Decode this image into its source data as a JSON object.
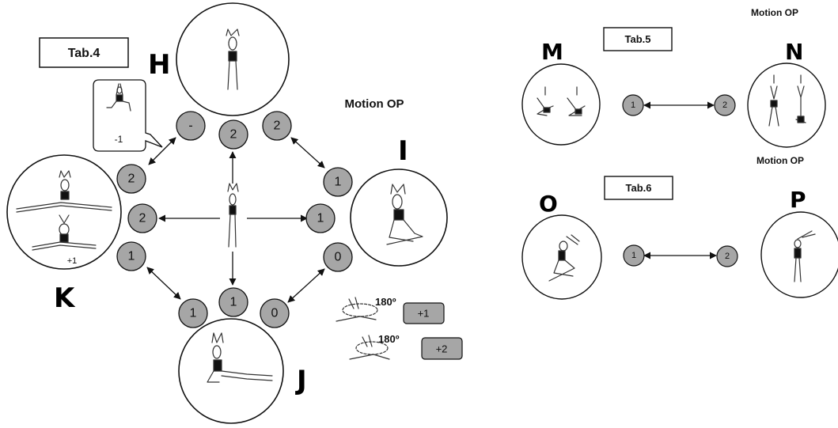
{
  "tables": {
    "tab4": "Tab.4",
    "tab5": "Tab.5",
    "tab6": "Tab.6"
  },
  "headings": {
    "motion_main": "Motion OP",
    "motion_top_right": "Motion OP",
    "motion_mid_right": "Motion OP"
  },
  "positions": {
    "H": "H",
    "I": "I",
    "J": "J",
    "K": "K",
    "M": "M",
    "N": "N",
    "O": "O",
    "P": "P"
  },
  "tab4_nodes": {
    "h_left": "-",
    "h_center": "2",
    "h_right": "2",
    "k_top": "2",
    "k_mid": "2",
    "k_bottom": "1",
    "i_top": "1",
    "i_mid": "1",
    "i_bottom": "0",
    "j_left": "1",
    "j_center": "1",
    "j_right": "0"
  },
  "callout": {
    "value": "-1"
  },
  "k_note": "+1",
  "rotations": {
    "angle1": "180º",
    "bonus1": "+1",
    "angle2": "180º",
    "bonus2": "+2"
  },
  "tab5_nodes": {
    "left": "1",
    "right": "2"
  },
  "tab6_nodes": {
    "left": "1",
    "right": "2"
  }
}
